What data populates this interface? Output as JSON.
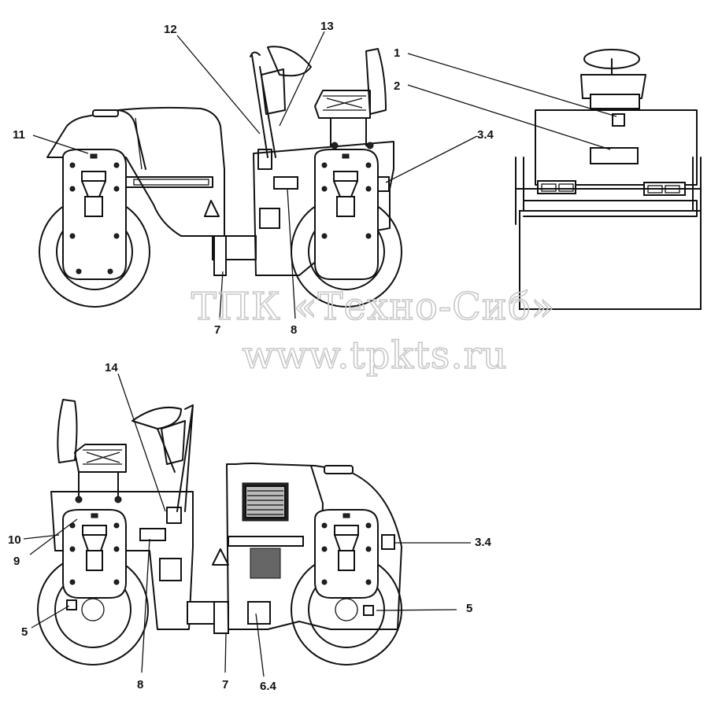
{
  "callouts": {
    "c1": "1",
    "c2": "2",
    "c34_top": "3.4",
    "c7_top": "7",
    "c8_top": "8",
    "c11": "11",
    "c12": "12",
    "c13": "13",
    "c14": "14",
    "c10": "10",
    "c9": "9",
    "c5_left": "5",
    "c8_bottom": "8",
    "c7_bottom": "7",
    "c64": "6.4",
    "c5_right": "5",
    "c34_bottom": "3.4"
  },
  "watermark": {
    "line1": "ТПК «Техно-Сиб»",
    "line2": "www.tpkts.ru"
  }
}
